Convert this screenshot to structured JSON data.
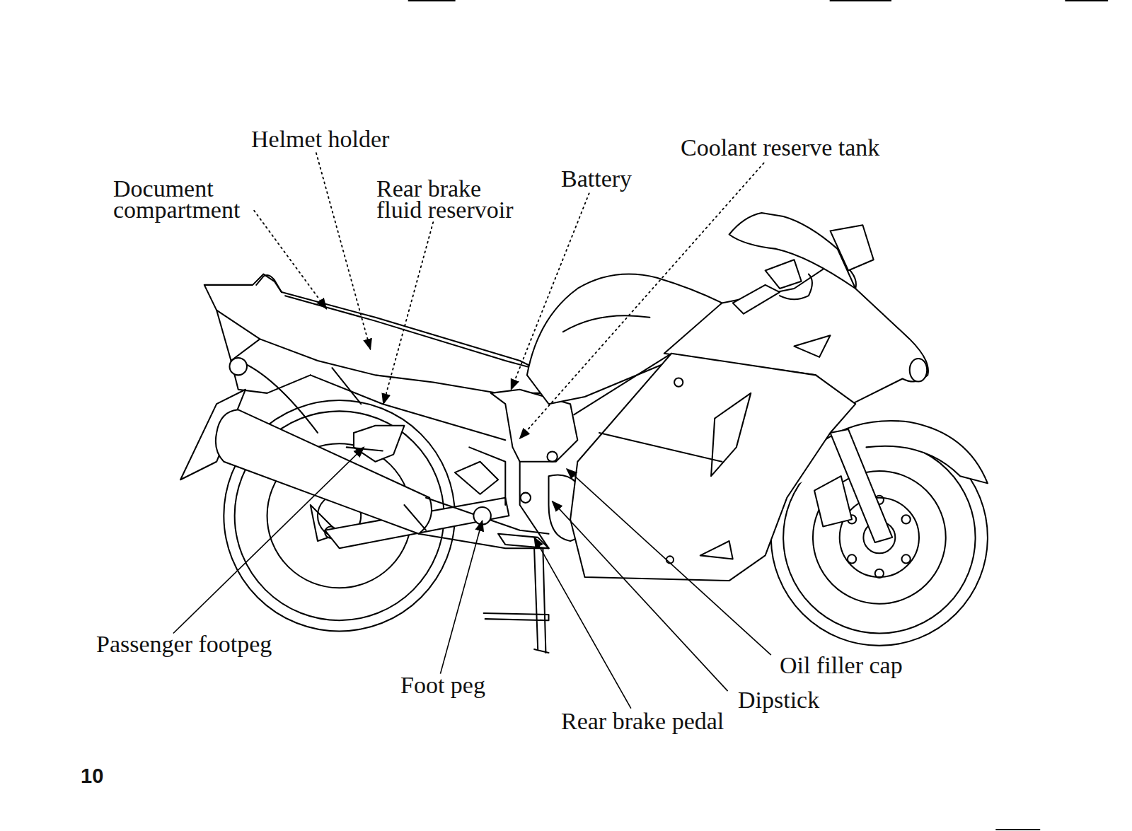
{
  "diagram": {
    "labels": [
      "Helmet holder",
      "Document compartment",
      "Rear brake fluid reservoir",
      "Battery",
      "Coolant reserve tank",
      "Passenger footpeg",
      "Foot peg",
      "Rear brake pedal",
      "Dipstick",
      "Oil filler cap",
      "10"
    ]
  }
}
